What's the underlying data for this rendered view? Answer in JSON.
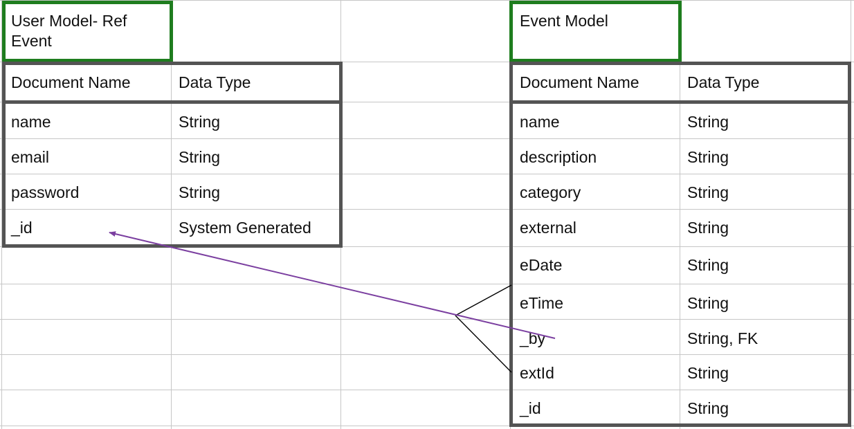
{
  "user_model": {
    "title": "User Model- Ref Event",
    "headers": [
      "Document Name",
      "Data Type"
    ],
    "rows": [
      [
        "name",
        "String"
      ],
      [
        "email",
        "String"
      ],
      [
        "password",
        "String"
      ],
      [
        "_id",
        "System Generated"
      ]
    ]
  },
  "event_model": {
    "title": "Event Model",
    "headers": [
      "Document Name",
      "Data Type"
    ],
    "rows": [
      [
        "name",
        "String"
      ],
      [
        "description",
        "String"
      ],
      [
        "category",
        "String"
      ],
      [
        "external",
        "String"
      ],
      [
        "eDate",
        "String"
      ],
      [
        "eTime",
        "String"
      ],
      [
        "_by",
        "String, FK"
      ],
      [
        "extId",
        "String"
      ],
      [
        "_id",
        "String"
      ]
    ]
  },
  "colors": {
    "title_border": "#1e7d1e",
    "table_border": "#545454",
    "relation_arrow": "#7b3fa0",
    "crowfoot": "#000000",
    "gridlines": "#c6c6c6"
  }
}
